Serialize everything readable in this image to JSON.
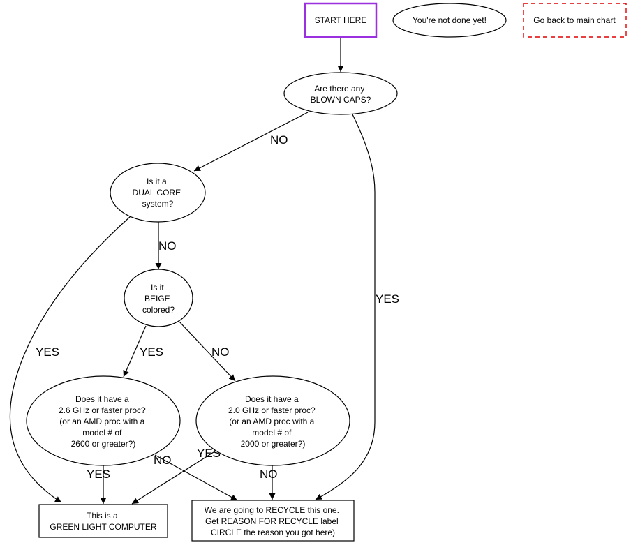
{
  "colors": {
    "start_border": "#9b30e0",
    "back_border": "#e00000",
    "line": "#000000"
  },
  "legend": {
    "start": "START HERE",
    "not_done": "You're not done yet!",
    "back": "Go back to main chart"
  },
  "nodes": {
    "blown_caps": [
      "Are there any",
      "BLOWN CAPS?"
    ],
    "dual_core": [
      "Is it a",
      "DUAL CORE",
      "system?"
    ],
    "beige": [
      "Is it",
      "BEIGE",
      "colored?"
    ],
    "proc_26": [
      "Does it have a",
      "2.6 GHz or faster proc?",
      "(or an AMD proc with a",
      "model # of",
      "2600 or greater?)"
    ],
    "proc_20": [
      "Does it have a",
      "2.0 GHz or faster proc?",
      "(or an AMD proc with a",
      "model # of",
      "2000 or greater?)"
    ],
    "green_light": [
      "This is a",
      "GREEN LIGHT COMPUTER"
    ],
    "recycle": [
      "We are going to RECYCLE this one.",
      "Get REASON FOR RECYCLE label",
      "CIRCLE the reason you got here)"
    ]
  },
  "edges": {
    "caps_no": "NO",
    "caps_yes": "YES",
    "dual_no": "NO",
    "dual_yes": "YES",
    "beige_yes": "YES",
    "beige_no": "NO",
    "p26_yes": "YES",
    "p26_no": "NO",
    "p20_yes": "YES",
    "p20_no": "NO"
  }
}
